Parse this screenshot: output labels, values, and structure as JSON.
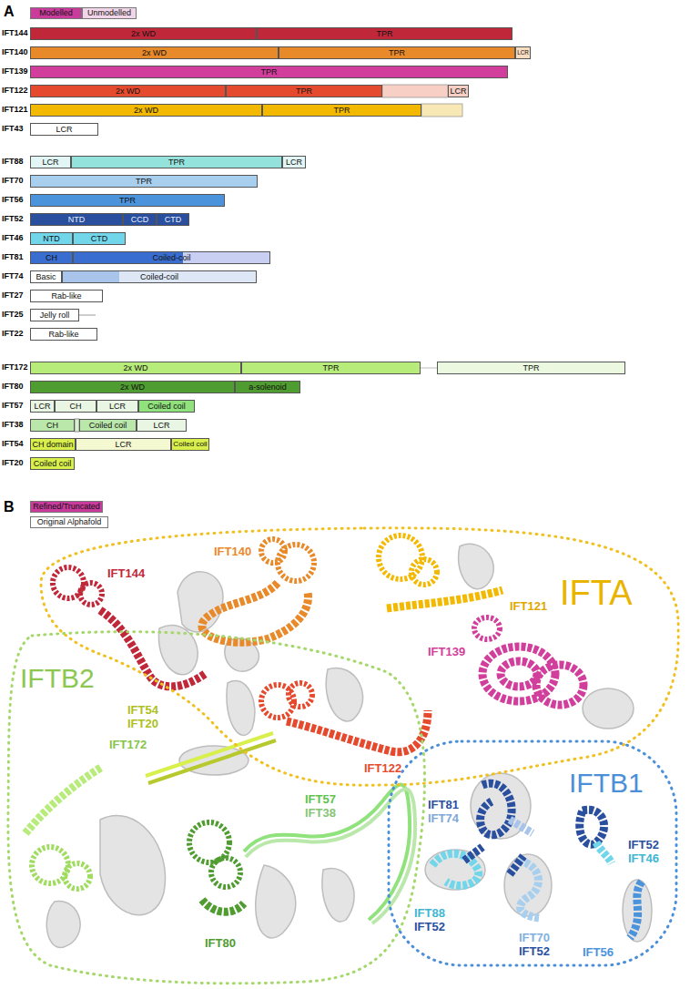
{
  "diagram": {
    "nodes": [
      {
        "text": [
          "2x WD"
        ]
      },
      {
        "text": [
          "TPR"
        ]
      },
      {
        "text": [
          "2x WD"
        ]
      },
      {
        "text": [
          "TPR"
        ]
      },
      {
        "text": [
          "LCR"
        ]
      },
      {
        "text": [
          "TPR"
        ]
      },
      {
        "text": [
          "2x WD"
        ]
      },
      {
        "text": [
          "TPR"
        ]
      },
      {
        "text": [
          "LCR"
        ]
      },
      {
        "text": [
          "2x WD"
        ]
      },
      {
        "text": [
          "TPR"
        ]
      },
      {
        "text": [
          "LCR"
        ]
      },
      {
        "text": [
          "LCR"
        ]
      },
      {
        "text": [
          "TPR"
        ]
      },
      {
        "text": [
          "LCR"
        ]
      },
      {
        "text": [
          "TPR"
        ]
      },
      {
        "text": [
          "TPR"
        ]
      },
      {
        "text": [
          "NTD"
        ]
      },
      {
        "text": [
          "CCD"
        ]
      },
      {
        "text": [
          "CTD"
        ]
      },
      {
        "text": [
          "NTD"
        ]
      },
      {
        "text": [
          "CTD"
        ]
      },
      {
        "text": [
          "CH"
        ]
      },
      {
        "text": [
          "Coiled-coil"
        ]
      },
      {
        "text": [
          "Basic"
        ]
      },
      {
        "text": [
          "Coiled-coil"
        ]
      },
      {
        "text": [
          "Rab-like"
        ]
      },
      {
        "text": [
          "Jelly roll"
        ]
      },
      {
        "text": [
          "Rab-like"
        ]
      },
      {
        "text": [
          "2x WD"
        ]
      },
      {
        "text": [
          "TPR"
        ]
      },
      {
        "text": [
          "TPR"
        ]
      },
      {
        "text": [
          "2x WD"
        ]
      },
      {
        "text": [
          "a-solenoid"
        ]
      },
      {
        "text": [
          "LCR"
        ]
      },
      {
        "text": [
          "CH"
        ]
      },
      {
        "text": [
          "LCR"
        ]
      },
      {
        "text": [
          "Coiled coil"
        ]
      },
      {
        "text": [
          "CH"
        ]
      },
      {
        "text": [
          "Coiled coil"
        ]
      },
      {
        "text": [
          "LCR"
        ]
      },
      {
        "text": [
          "CH domain"
        ]
      },
      {
        "text": [
          "LCR"
        ]
      },
      {
        "text": [
          "Coiled coil"
        ]
      },
      {
        "text": [
          "Coiled coil"
        ]
      },
      {
        "text": [
          "IFTA"
        ]
      },
      {
        "text": [
          "IFTB2"
        ]
      },
      {
        "text": [
          "IFTB1"
        ]
      }
    ],
    "labels": [
      "A",
      "IFT144",
      "IFT140",
      "IFT139",
      "IFT122",
      "IFT121",
      "IFT43",
      "IFT88",
      "IFT70",
      "IFT56",
      "IFT52",
      "IFT46",
      "IFT81",
      "IFT74",
      "IFT27",
      "IFT25",
      "IFT22",
      "IFT172",
      "IFT80",
      "IFT57",
      "IFT38",
      "IFT54",
      "IFT20",
      "B",
      "IFT140",
      "IFT121",
      "IFT144",
      "IFT139",
      "IFT122",
      "IFT54",
      "IFT20",
      "IFT172",
      "IFT80",
      "IFT57",
      "IFT38",
      "IFT81",
      "IFT74",
      "IFT52",
      "IFT46",
      "IFT88",
      "IFT52",
      "IFT70",
      "IFT52",
      "IFT56"
    ],
    "legend": [
      {
        "text": "Modelled",
        "color": "#c93c9c"
      },
      {
        "text": "Unmodelled",
        "color": "#f3d5ea"
      },
      {
        "text": "Refined/Truncated",
        "color": "#c93c9c"
      },
      {
        "text": "Original Alphafold",
        "color": "#ffffff"
      }
    ]
  }
}
